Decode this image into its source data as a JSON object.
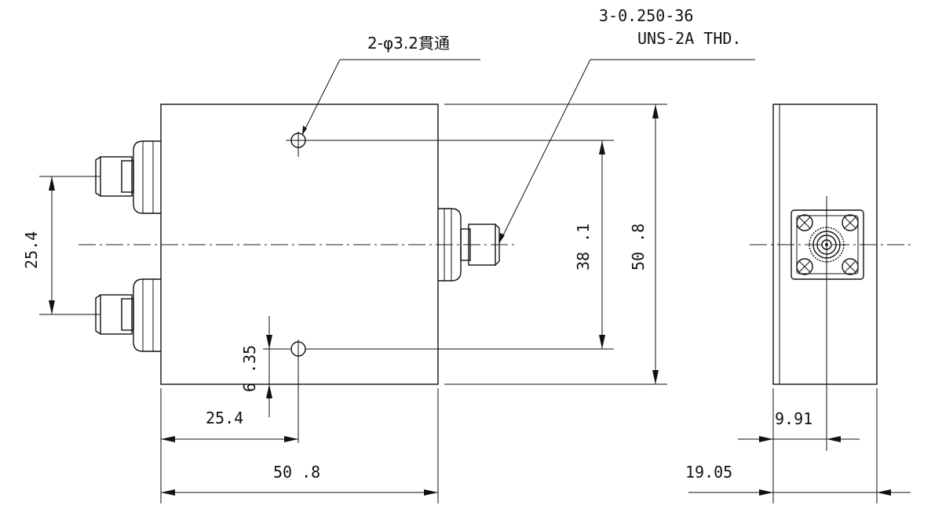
{
  "annotations": {
    "hole_callout": "2-φ3.2貫通",
    "thread_line1": "3-0.250-36",
    "thread_line2": "UNS-2A THD."
  },
  "dimensions": {
    "port_spacing": "25.4",
    "hole_spacing": "38 .1",
    "body_height": "50 .8",
    "hole_offset_edge": "6 .35",
    "hole_from_left": "25.4",
    "body_width": "50 .8",
    "connector_center": "9.91",
    "side_thickness": "19.05"
  },
  "icons": {
    "sma_connector": "threaded-coaxial-connector",
    "flange_screw": "cross-screw-icon"
  }
}
